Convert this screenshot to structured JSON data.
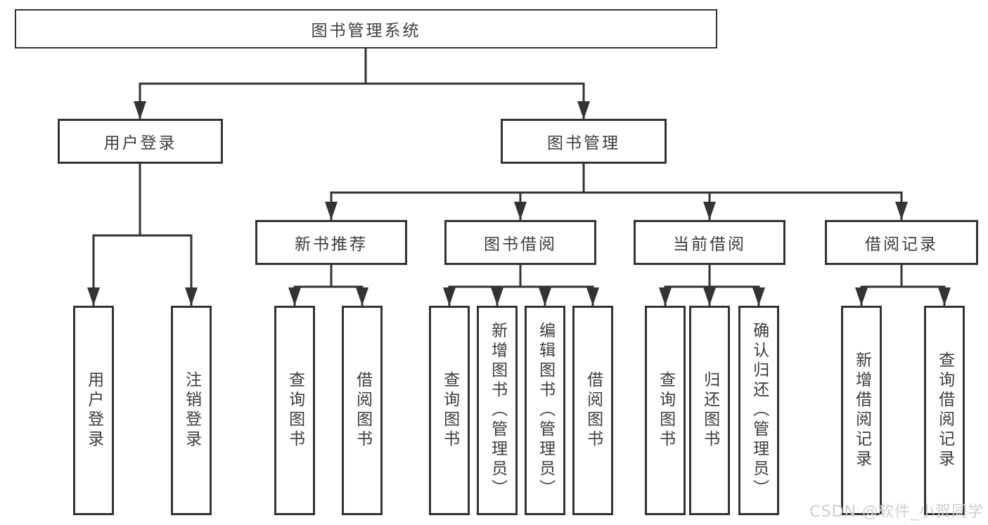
{
  "diagram": {
    "title": "图书管理系统",
    "watermark": "CSDN @软件_小贺同学",
    "colors": {
      "line": "#333333",
      "text": "#3d3d3d",
      "box_bg": "#ffffff",
      "watermark": "#cfcfcf"
    },
    "level2": {
      "user_login": "用户登录",
      "book_management": "图书管理"
    },
    "level3": {
      "new_book_recommend": "新书推荐",
      "book_borrow": "图书借阅",
      "current_borrow": "当前借阅",
      "borrow_records": "借阅记录"
    },
    "leaves": {
      "user_login": "用户登录",
      "logout": "注销登录",
      "nb_query_book": "查询图书",
      "nb_borrow_book": "借阅图书",
      "bb_query_book": "查询图书",
      "bb_add_book": "新增图书（管理员）",
      "bb_edit_book": "编辑图书（管理员）",
      "bb_borrow_book": "借阅图书",
      "cb_query_book": "查询图书",
      "cb_return_book": "归还图书",
      "cb_confirm_return": "确认归还（管理员）",
      "br_add_record": "新增借阅记录",
      "br_query_record": "查询借阅记录"
    }
  }
}
